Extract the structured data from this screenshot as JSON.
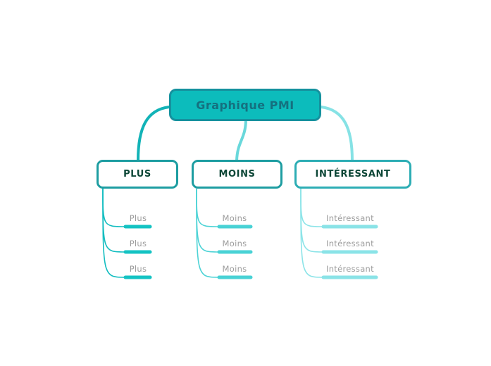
{
  "mindmap": {
    "root": {
      "label": "Graphique PMI"
    },
    "branches": [
      {
        "label": "PLUS",
        "color": "#14c3c3",
        "children": [
          "Plus",
          "Plus",
          "Plus"
        ]
      },
      {
        "label": "MOINS",
        "color": "#49d2d5",
        "children": [
          "Moins",
          "Moins",
          "Moins"
        ]
      },
      {
        "label": "INTÉRESSANT",
        "color": "#8ae3e7",
        "children": [
          "Intéressant",
          "Intéressant",
          "Intéressant"
        ]
      }
    ],
    "palette": {
      "root_fill": "#0cbcbc",
      "root_border": "#15919e",
      "root_text": "#15707f",
      "child_border": "#1d9da1",
      "child_border_light": "#2cadb4",
      "child_text": "#0c4636",
      "subtopic_text": "#9c9c9c",
      "connector_left": "#12b3b7",
      "connector_center": "#69d8db",
      "connector_right": "#86e2e5",
      "background": "#ffffff"
    }
  }
}
